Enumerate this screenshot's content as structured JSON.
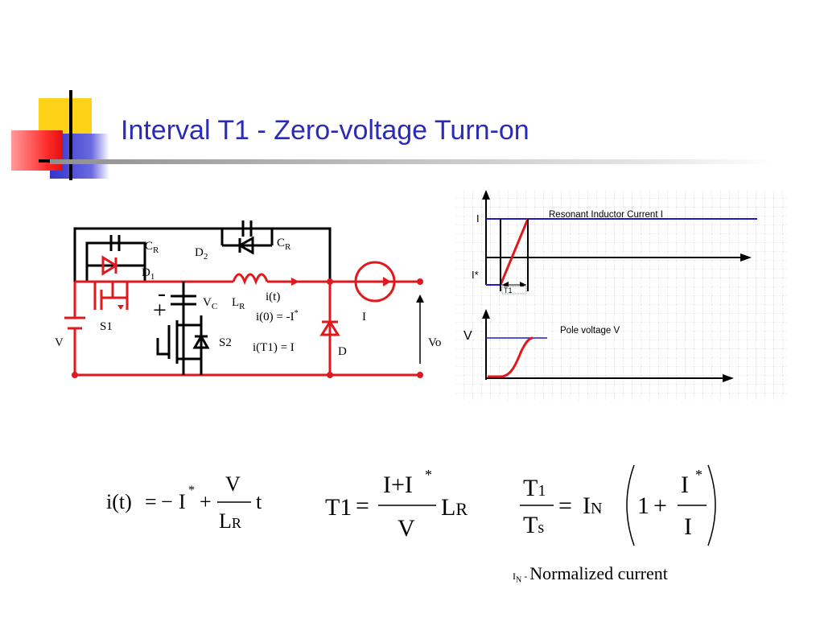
{
  "slide": {
    "title": "Interval T1 - Zero-voltage Turn-on"
  },
  "circuit": {
    "labels": {
      "cr_left": "C",
      "cr_left_sub": "R",
      "cr_right": "C",
      "cr_right_sub": "R",
      "d2": "D",
      "d2_sub": "2",
      "d1": "D",
      "d1_sub": "1",
      "vc": "V",
      "vc_sub": "C",
      "lr": "L",
      "lr_sub": "R",
      "s1": "S1",
      "s2": "S2",
      "v": "V",
      "d": "D",
      "i": "I",
      "vo": "Vo",
      "it": "i(t)",
      "i0": "i(0) = -I",
      "i0_sup": "*",
      "it1": "i(T1) = I",
      "minus": "-",
      "plus": "+"
    }
  },
  "waveforms": {
    "top": {
      "title": "Resonant Inductor Current  I",
      "level_label": "I",
      "start_label": "I*",
      "interval_label": "T1"
    },
    "bottom": {
      "title": "Pole voltage V",
      "level_label": "V"
    }
  },
  "equations": {
    "eq1": {
      "lhs": "i(t)",
      "eq": "=",
      "minus": "−",
      "i": "I",
      "star": "*",
      "plus": "+",
      "num": "V",
      "den": "L",
      "den_sub": "R",
      "t": "t"
    },
    "eq2": {
      "lhs": "T1",
      "eq": "=",
      "num": "I+I",
      "star": "*",
      "den": "V",
      "l": "L",
      "l_sub": "R"
    },
    "eq3": {
      "t_num": "T",
      "t_num_sub": "1",
      "t_den": "T",
      "t_den_sub": "s",
      "eq": "=",
      "i": "I",
      "i_sub": "N",
      "one": "1",
      "plus": "+",
      "num": "I",
      "star": "*",
      "den": "I"
    }
  },
  "footnote": {
    "symbol": "I",
    "symbol_sub": "N",
    "dash": " - ",
    "text": "Normalized current"
  }
}
